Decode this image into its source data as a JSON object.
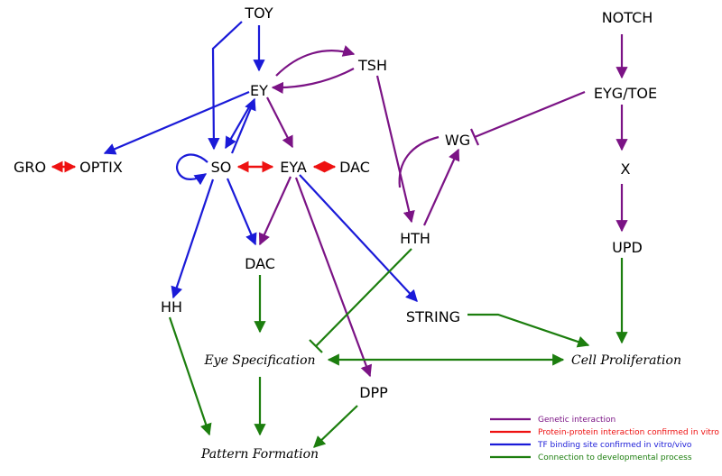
{
  "colors": {
    "genetic": "#7b1385",
    "protein": "#ee1111",
    "tf": "#1a1ad8",
    "development": "#1c7e0e"
  },
  "nodes": {
    "toy": "TOY",
    "notch": "NOTCH",
    "ey": "EY",
    "tsh": "TSH",
    "eyg_toe": "EYG/TOE",
    "wg": "WG",
    "gro": "GRO",
    "optix": "OPTIX",
    "so": "SO",
    "eya": "EYA",
    "dac_top": "DAC",
    "x": "X",
    "hth": "HTH",
    "upd": "UPD",
    "dac_mid": "DAC",
    "hh": "HH",
    "string": "STRING",
    "dpp": "DPP"
  },
  "processes": {
    "eye_specification": "Eye Specification",
    "cell_proliferation": "Cell Proliferation",
    "pattern_formation": "Pattern Formation"
  },
  "legend": {
    "genetic": "Genetic interaction",
    "protein": "Protein-protein interaction confirmed in vitro",
    "tf": "TF binding site confirmed in vitro/vivo",
    "development": "Connection to developmental process"
  }
}
